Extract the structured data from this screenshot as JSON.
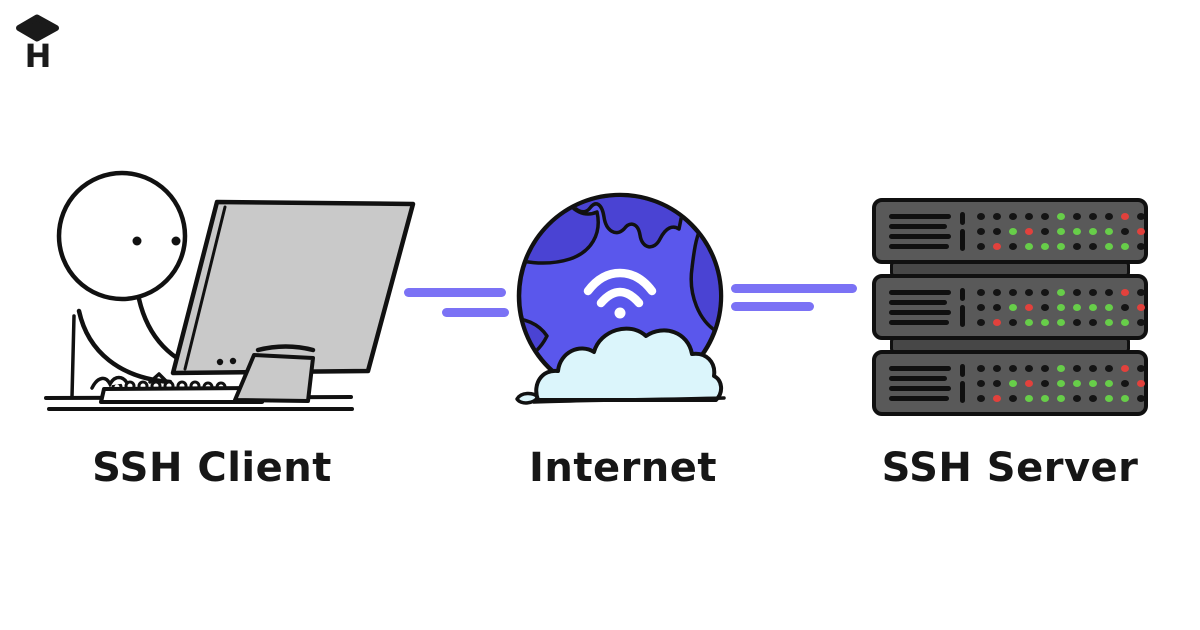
{
  "page": {
    "background": "#ffffff",
    "kind": "ssh-architecture-diagram"
  },
  "logo": {
    "icon": "graduation-cap-icon",
    "letter": "H"
  },
  "diagram": {
    "nodes": [
      {
        "id": "ssh-client",
        "label": "SSH Client",
        "icon": "person-at-computer-illustration"
      },
      {
        "id": "internet",
        "label": "Internet",
        "icon": "globe-wifi-cloud-illustration"
      },
      {
        "id": "ssh-server",
        "label": "SSH Server",
        "icon": "server-rack-illustration"
      }
    ],
    "links": [
      {
        "from": "ssh-client",
        "to": "internet",
        "style": "double-dash"
      },
      {
        "from": "internet",
        "to": "ssh-server",
        "style": "double-dash"
      }
    ]
  },
  "internet_icon": {
    "name": "wifi-icon",
    "arcs": 2,
    "dot": true
  },
  "server": {
    "unit_count": 3,
    "vent_line_count": 4,
    "led_columns": 11,
    "led_rows": [
      "KKKKKGKKKRK",
      "KKGRKGGGGKR",
      "KRKGGGKKGGK"
    ]
  },
  "colors": {
    "connector": "#7b72f5",
    "globe": "#5a57ec",
    "globe_land": "#4a43d3",
    "cloud": "#dbf5fb",
    "monitor_gray": "#c9c9c9",
    "server_body": "#595959",
    "server_link": "#474747",
    "led_green": "#67ce49",
    "led_red": "#e2413c",
    "led_off": "#141414",
    "outline": "#111111",
    "text": "#161616"
  }
}
